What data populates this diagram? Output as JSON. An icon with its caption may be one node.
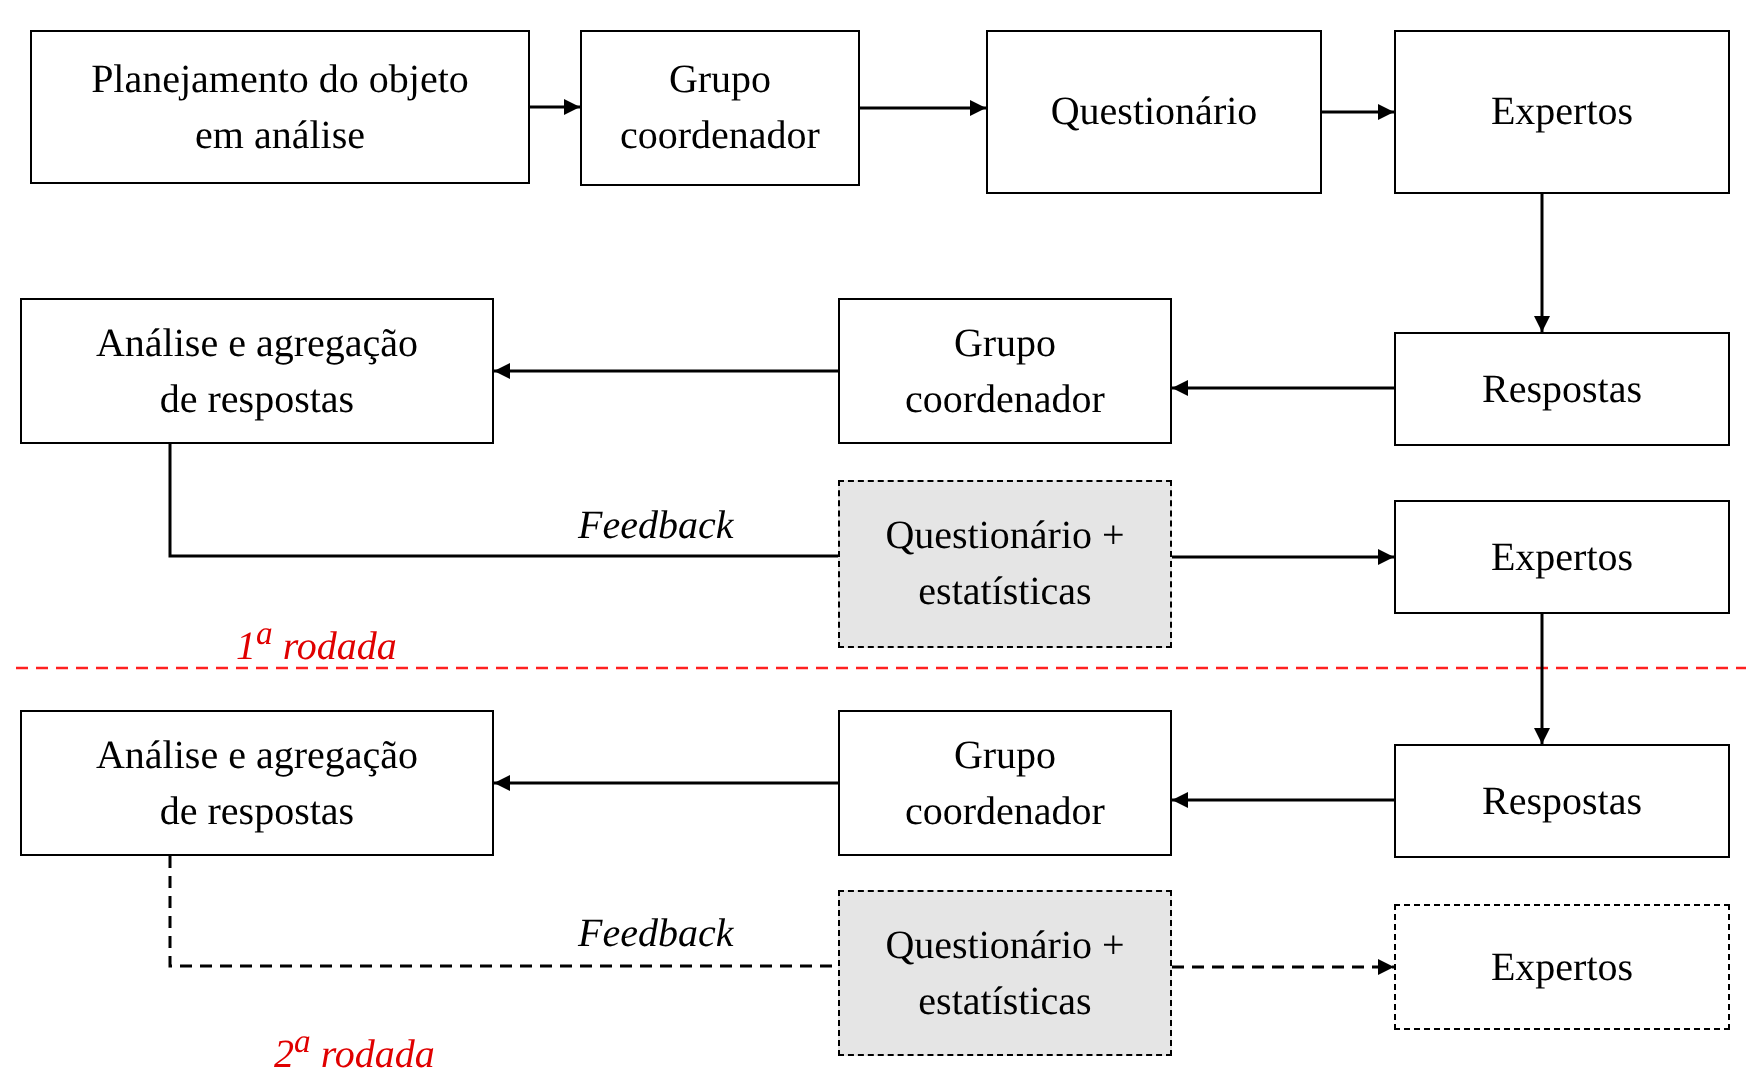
{
  "diagram": {
    "nodes": [
      {
        "text": [
          "Planejamento do objeto em análise"
        ]
      },
      {
        "text": [
          "Grupo coordenador"
        ]
      },
      {
        "text": [
          "Questionário"
        ]
      },
      {
        "text": [
          "Expertos"
        ]
      },
      {
        "text": [
          "Análise e agregação de respostas"
        ]
      },
      {
        "text": [
          "Grupo coordenador"
        ]
      },
      {
        "text": [
          "Respostas"
        ]
      },
      {
        "text": [
          "Questionário + estatísticas"
        ]
      },
      {
        "text": [
          "Expertos"
        ]
      },
      {
        "text": [
          "Análise e agregação de respostas"
        ]
      },
      {
        "text": [
          "Grupo coordenador"
        ]
      },
      {
        "text": [
          "Respostas"
        ]
      },
      {
        "text": [
          "Questionário + estatísticas"
        ]
      },
      {
        "text": [
          "Expertos"
        ]
      }
    ],
    "edges": [
      {
        "from": 0,
        "to": 1,
        "arrow": "to"
      },
      {
        "from": 1,
        "to": 2,
        "arrow": "to"
      },
      {
        "from": 2,
        "to": 3,
        "arrow": "to"
      },
      {
        "from": 3,
        "to": 6,
        "arrow": "to"
      },
      {
        "from": 6,
        "to": 5,
        "arrow": "to"
      },
      {
        "from": 5,
        "to": 4,
        "arrow": "to"
      },
      {
        "from": 4,
        "to": 7,
        "arrow": "none",
        "label": "Feedback"
      },
      {
        "from": 7,
        "to": 8,
        "arrow": "to"
      },
      {
        "from": 8,
        "to": 11,
        "arrow": "to"
      },
      {
        "from": 11,
        "to": 10,
        "arrow": "to"
      },
      {
        "from": 10,
        "to": 9,
        "arrow": "to"
      },
      {
        "from": 9,
        "to": 12,
        "arrow": "none",
        "label": "Feedback",
        "style": "dashed"
      },
      {
        "from": 12,
        "to": 13,
        "arrow": "to",
        "style": "dashed"
      }
    ],
    "labels": [
      "1$^{a}$ rodada",
      "2$^{a}$ rodada"
    ]
  }
}
